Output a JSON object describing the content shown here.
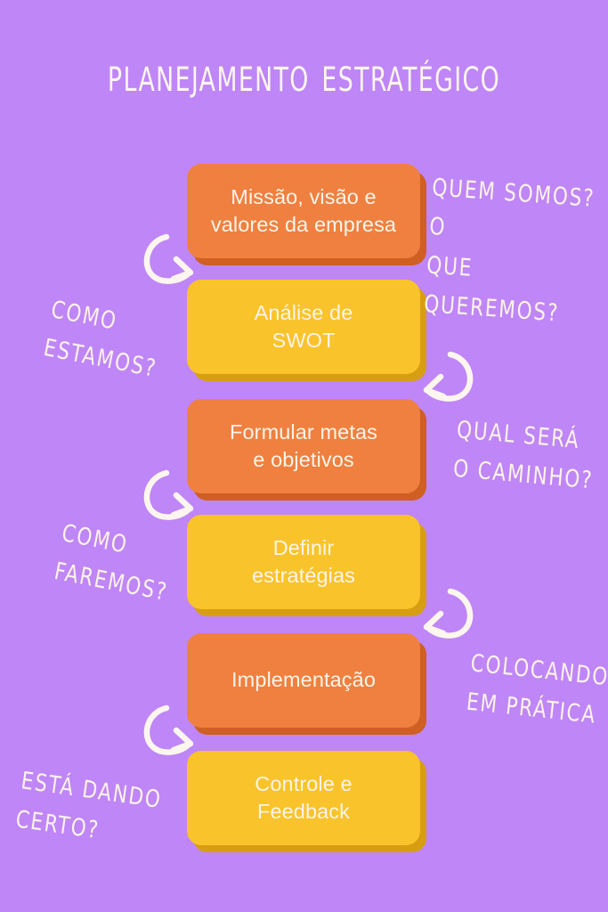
{
  "page": {
    "title": "Planejamento estratégico",
    "background_color": "#bf86f7",
    "text_color": "#fdf6ee"
  },
  "palette": {
    "background": "#bf86f7",
    "orange": "#ef8040",
    "orange_shadow": "#cf5f22",
    "yellow": "#f9c32b",
    "yellow_shadow": "#d89e12",
    "label_text": "#fdf4e8"
  },
  "flow": {
    "steps": [
      {
        "id": "step-1",
        "label": "Missão, visão e\nvalores da empresa",
        "color": "orange"
      },
      {
        "id": "step-2",
        "label": "Análise de\nSWOT",
        "color": "yellow"
      },
      {
        "id": "step-3",
        "label": "Formular metas\ne objetivos",
        "color": "orange"
      },
      {
        "id": "step-4",
        "label": "Definir\nestratégias",
        "color": "yellow"
      },
      {
        "id": "step-5",
        "label": "Implementação",
        "color": "orange"
      },
      {
        "id": "step-6",
        "label": "Controle e\nFeedback",
        "color": "yellow"
      }
    ],
    "captions": [
      {
        "id": "caption-1",
        "text": "Quem somos? O\nque queremos?",
        "side": "right"
      },
      {
        "id": "caption-2",
        "text": "Como\nestamos?",
        "side": "left"
      },
      {
        "id": "caption-3",
        "text": "Qual será\no caminho?",
        "side": "right"
      },
      {
        "id": "caption-4",
        "text": "Como\nfaremos?",
        "side": "left"
      },
      {
        "id": "caption-5",
        "text": "Colocando\nem prática",
        "side": "right"
      },
      {
        "id": "caption-6",
        "text": "Está dando\ncerto?",
        "side": "left"
      }
    ],
    "connectors": [
      {
        "id": "arrow-1",
        "direction": "right",
        "from": "step-1",
        "to": "step-2"
      },
      {
        "id": "arrow-2",
        "direction": "left",
        "from": "step-2",
        "to": "step-3"
      },
      {
        "id": "arrow-3",
        "direction": "right",
        "from": "step-3",
        "to": "step-4"
      },
      {
        "id": "arrow-4",
        "direction": "left",
        "from": "step-4",
        "to": "step-5"
      },
      {
        "id": "arrow-5",
        "direction": "right",
        "from": "step-5",
        "to": "step-6"
      }
    ]
  }
}
